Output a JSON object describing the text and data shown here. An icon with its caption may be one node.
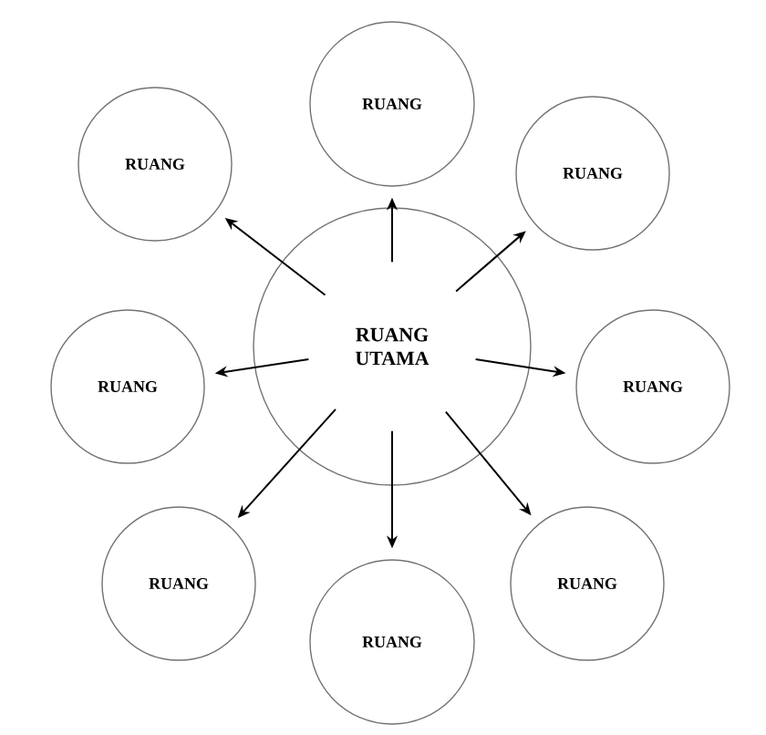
{
  "diagram": {
    "nodes": [
      {
        "text": [
          "RUANG UTAMA"
        ]
      },
      {
        "text": [
          "RUANG"
        ]
      },
      {
        "text": [
          "RUANG"
        ]
      },
      {
        "text": [
          "RUANG"
        ]
      },
      {
        "text": [
          "RUANG"
        ]
      },
      {
        "text": [
          "RUANG"
        ]
      },
      {
        "text": [
          "RUANG"
        ]
      },
      {
        "text": [
          "RUANG"
        ]
      },
      {
        "text": [
          "RUANG"
        ]
      }
    ],
    "edges": [
      {
        "from": 0,
        "to": 1,
        "arrow": "to"
      },
      {
        "from": 0,
        "to": 2,
        "arrow": "to"
      },
      {
        "from": 0,
        "to": 3,
        "arrow": "to"
      },
      {
        "from": 0,
        "to": 4,
        "arrow": "to"
      },
      {
        "from": 0,
        "to": 5,
        "arrow": "to"
      },
      {
        "from": 0,
        "to": 6,
        "arrow": "to"
      },
      {
        "from": 0,
        "to": 7,
        "arrow": "to"
      },
      {
        "from": 0,
        "to": 8,
        "arrow": "to"
      }
    ]
  }
}
